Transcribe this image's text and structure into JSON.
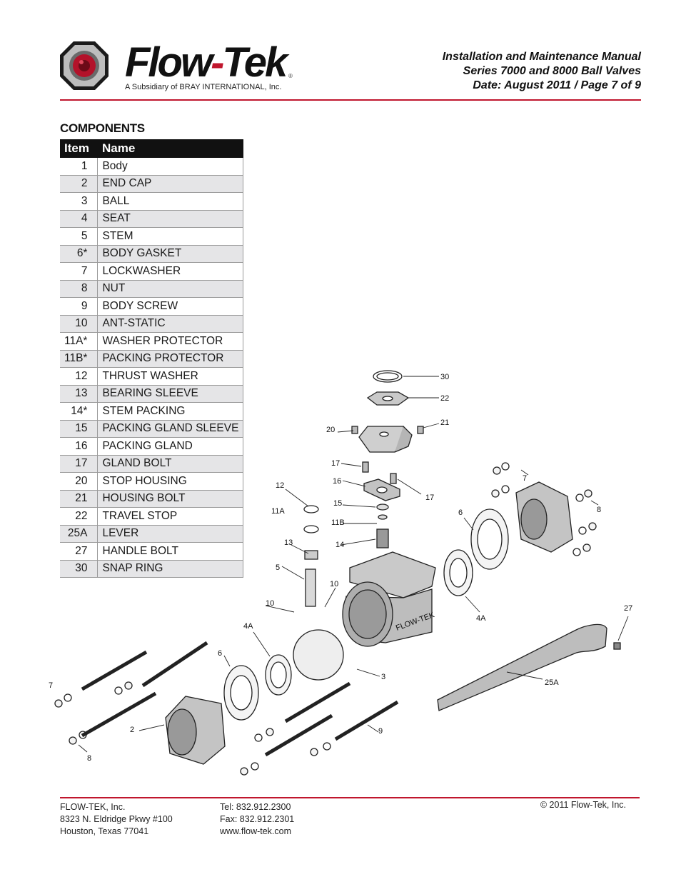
{
  "header": {
    "brand": "Flow-Tek",
    "brand_part1": "Flow",
    "brand_dash": "-",
    "brand_part2": "Tek",
    "registered": "®",
    "tagline": "A Subsidiary of BRAY INTERNATIONAL, Inc.",
    "title_lines": [
      "Installation and Maintenance Manual",
      "Series 7000 and 8000 Ball Valves",
      "Date: August 2011 / Page 7 of 9"
    ]
  },
  "colors": {
    "accent": "#c0162d",
    "header_row": "#111111",
    "alt_row": "#e5e5e7"
  },
  "section_title": "COMPONENTS",
  "table": {
    "headers": [
      "Item",
      "Name"
    ],
    "rows": [
      [
        "1",
        "Body"
      ],
      [
        "2",
        "END CAP"
      ],
      [
        "3",
        "BALL"
      ],
      [
        "4",
        "SEAT"
      ],
      [
        "5",
        "STEM"
      ],
      [
        "6*",
        "BODY GASKET"
      ],
      [
        "7",
        "LOCKWASHER"
      ],
      [
        "8",
        "NUT"
      ],
      [
        "9",
        "BODY SCREW"
      ],
      [
        "10",
        "ANT-STATIC"
      ],
      [
        "11A*",
        "WASHER PROTECTOR"
      ],
      [
        "11B*",
        "PACKING PROTECTOR"
      ],
      [
        "12",
        "THRUST WASHER"
      ],
      [
        "13",
        "BEARING SLEEVE"
      ],
      [
        "14*",
        "STEM PACKING"
      ],
      [
        "15",
        "PACKING GLAND SLEEVE"
      ],
      [
        "16",
        "PACKING GLAND"
      ],
      [
        "17",
        "GLAND BOLT"
      ],
      [
        "20",
        "STOP HOUSING"
      ],
      [
        "21",
        "HOUSING BOLT"
      ],
      [
        "22",
        "TRAVEL STOP"
      ],
      [
        "25A",
        "LEVER"
      ],
      [
        "27",
        "HANDLE BOLT"
      ],
      [
        "30",
        "SNAP RING"
      ]
    ]
  },
  "diagram": {
    "callouts": [
      "30",
      "22",
      "21",
      "20",
      "17",
      "16",
      "17",
      "15",
      "12",
      "11A",
      "11B",
      "14",
      "13",
      "5",
      "10",
      "10",
      "7",
      "8",
      "6",
      "6",
      "4A",
      "4A",
      "3",
      "27",
      "25A",
      "7",
      "2",
      "8",
      "9"
    ],
    "body_marking": "FLOW-TEK"
  },
  "footer": {
    "company": [
      "FLOW-TEK, Inc.",
      "8323 N. Eldridge Pkwy #100",
      "Houston, Texas 77041"
    ],
    "contact": [
      "Tel: 832.912.2300",
      "Fax: 832.912.2301",
      "www.flow-tek.com"
    ],
    "copyright": "© 2011 Flow-Tek, Inc."
  }
}
